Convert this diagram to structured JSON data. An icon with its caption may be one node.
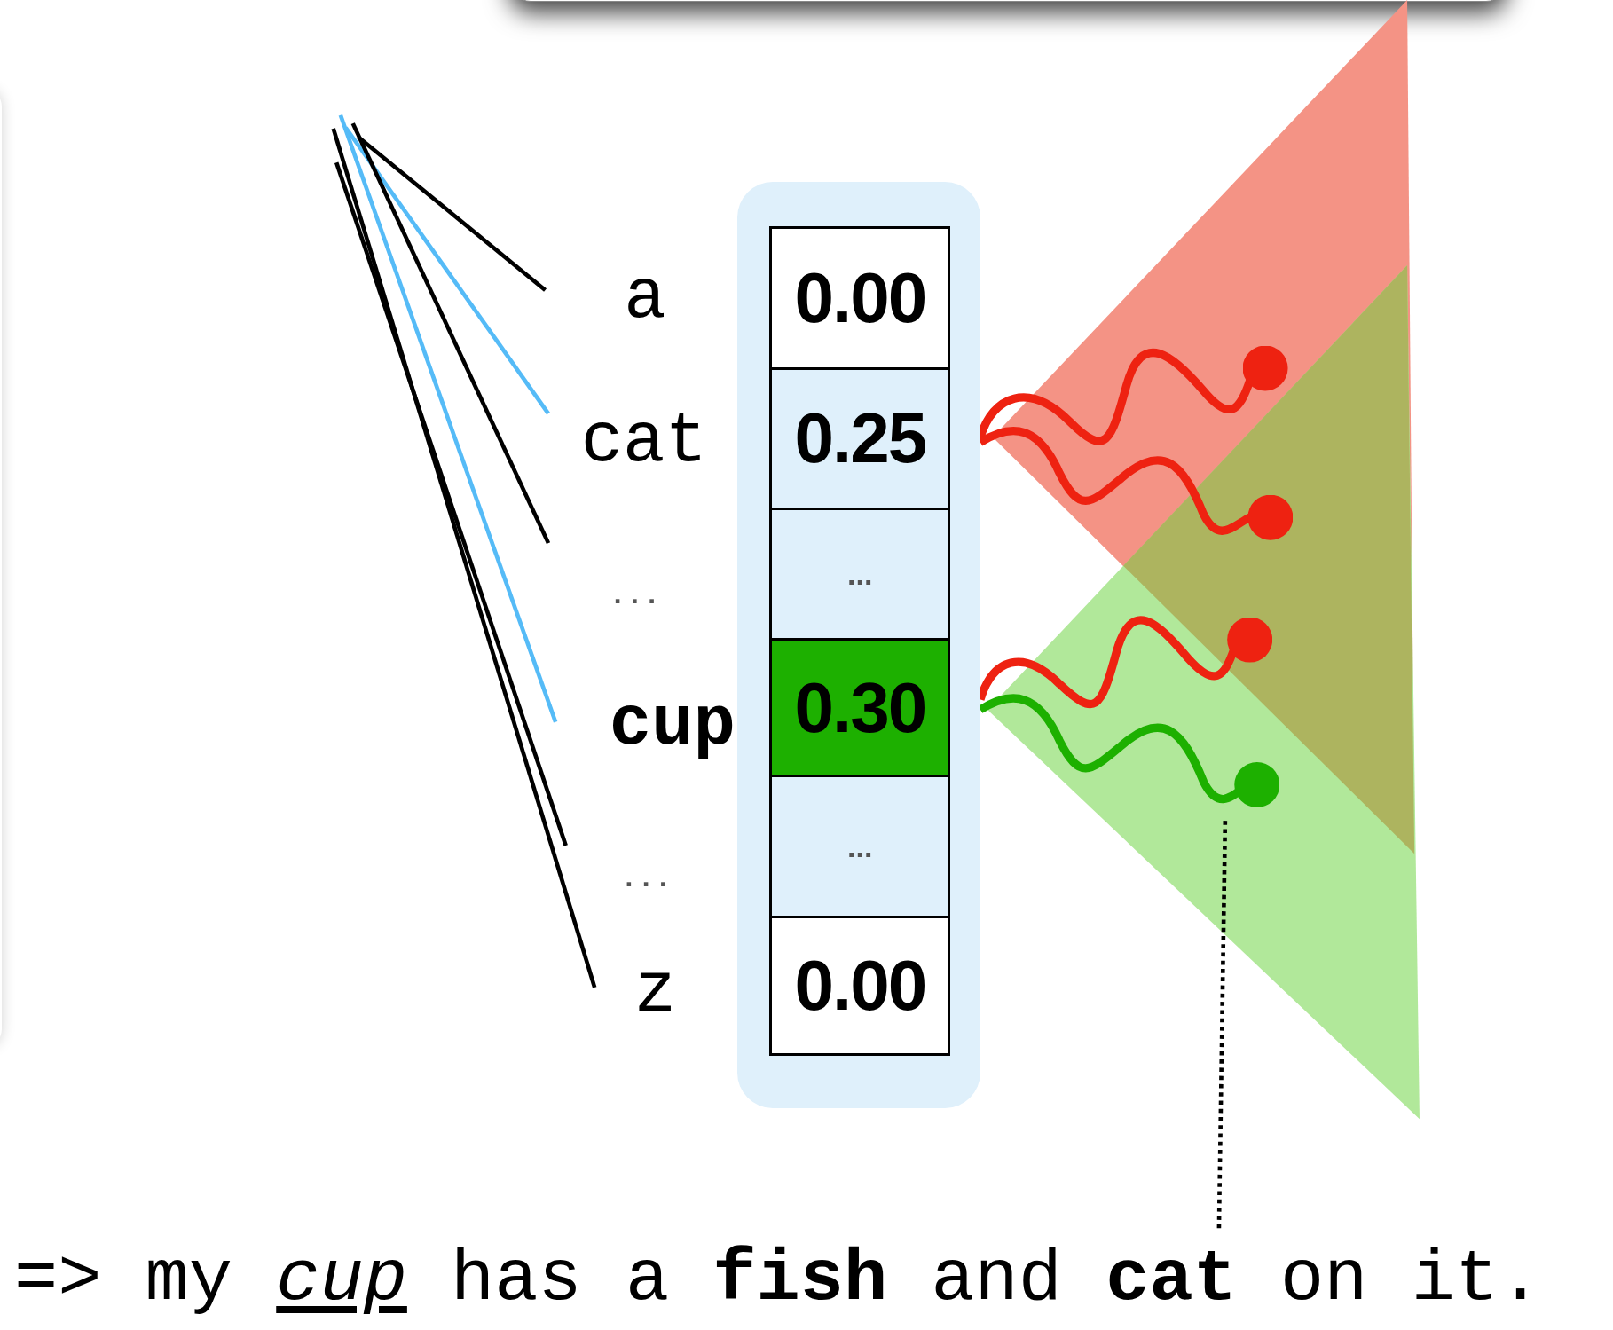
{
  "diagram": {
    "nodes": [
      {
        "text": [],
        "shape": "box"
      },
      {
        "text": [
          "0.00"
        ],
        "in": 0
      },
      {
        "text": [
          "0.25"
        ],
        "in": 0
      },
      {
        "text": [
          "..."
        ],
        "in": 0
      },
      {
        "text": [
          "0.30"
        ],
        "in": 0
      },
      {
        "text": [
          "..."
        ],
        "in": 0
      },
      {
        "text": [
          "0.00"
        ],
        "in": 0
      },
      {
        "text": [
          "a"
        ]
      },
      {
        "text": [
          "cat"
        ]
      },
      {
        "text": [
          "..."
        ]
      },
      {
        "text": [
          "cup"
        ]
      },
      {
        "text": [
          "..."
        ]
      },
      {
        "text": [
          "z"
        ]
      }
    ],
    "edges": [
      {
        "from": null,
        "to": 7,
        "arrow": "none"
      },
      {
        "from": null,
        "to": 8,
        "arrow": "none",
        "color": "#55bbf7"
      },
      {
        "from": null,
        "to": 9,
        "arrow": "none"
      },
      {
        "from": null,
        "to": 10,
        "arrow": "none",
        "color": "#55bbf7"
      },
      {
        "from": null,
        "to": 11,
        "arrow": "none"
      },
      {
        "from": null,
        "to": 12,
        "arrow": "none"
      },
      {
        "from": 0,
        "to": null,
        "arrow": "other",
        "style": "thick",
        "color": "#ee2211"
      },
      {
        "from": 0,
        "to": null,
        "arrow": "other",
        "style": "thick",
        "color": "#ee2211"
      },
      {
        "from": 0,
        "to": null,
        "arrow": "other",
        "style": "thick",
        "color": "#ee2211"
      },
      {
        "from": 0,
        "to": null,
        "arrow": "other",
        "style": "thick",
        "color": "#1db000"
      }
    ],
    "labels": [
      "=> my *cup* has a **fish** and **cat** on it."
    ]
  }
}
